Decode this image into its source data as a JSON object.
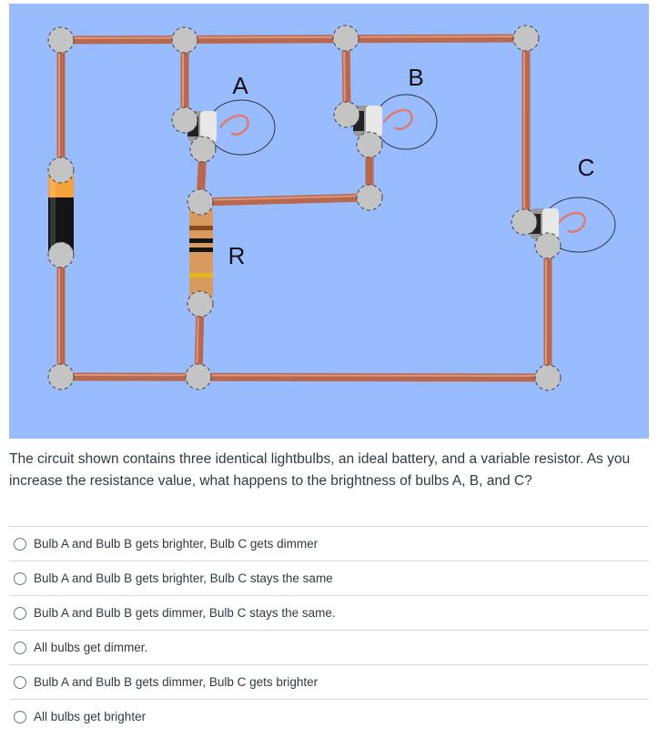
{
  "circuit": {
    "background": "#99bcff",
    "wire_color": "#c8755a",
    "labels": {
      "bulb_a": "A",
      "bulb_b": "B",
      "bulb_c": "C",
      "resistor": "R"
    }
  },
  "question": {
    "text": "The circuit shown contains three identical lightbulbs, an ideal battery, and a variable resistor.  As you increase the resistance value, what happens to the brightness of bulbs A, B, and C?"
  },
  "answers": [
    {
      "label": "Bulb A and Bulb B gets brighter, Bulb C gets dimmer"
    },
    {
      "label": "Bulb A and Bulb B gets brighter, Bulb C stays the same"
    },
    {
      "label": "Bulb A and Bulb B gets dimmer, Bulb C stays the same."
    },
    {
      "label": "All bulbs get dimmer."
    },
    {
      "label": "Bulb A and Bulb B gets dimmer, Bulb C gets brighter"
    },
    {
      "label": "All bulbs get brighter"
    }
  ]
}
